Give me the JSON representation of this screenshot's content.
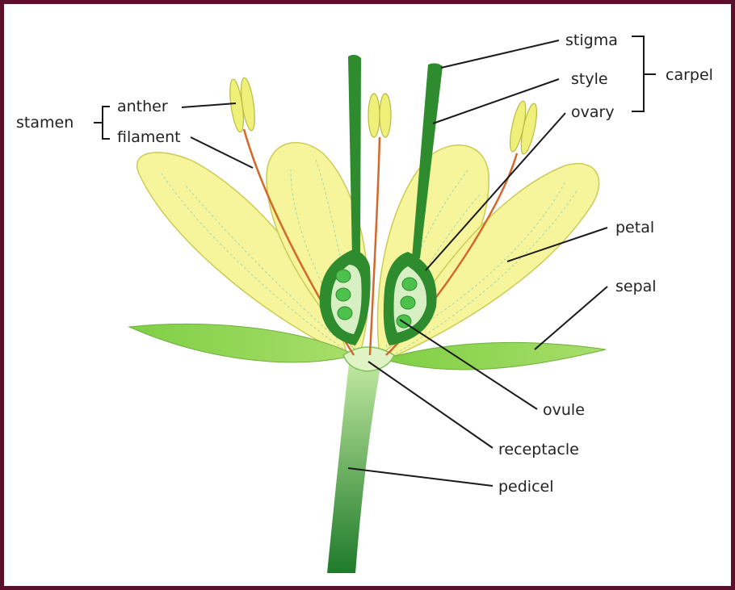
{
  "colors": {
    "frame": "#5a0f2b",
    "petal_fill": "#f6f59c",
    "petal_edge": "#c9cc55",
    "sepal_fill": "#8fd14f",
    "stem_top": "#b8e39a",
    "stem_bottom": "#1f7a2a",
    "carpel": "#2e8b2e",
    "ovary_inner": "#d6f0c4",
    "ovule": "#4cc24c",
    "filament": "#d2692a",
    "anther": "#eef07a"
  },
  "labels": {
    "stamen": "stamen",
    "anther": "anther",
    "filament": "filament",
    "stigma": "stigma",
    "style": "style",
    "ovary": "ovary",
    "carpel": "carpel",
    "petal": "petal",
    "sepal": "sepal",
    "ovule": "ovule",
    "receptacle": "receptacle",
    "pedicel": "pedicel"
  }
}
